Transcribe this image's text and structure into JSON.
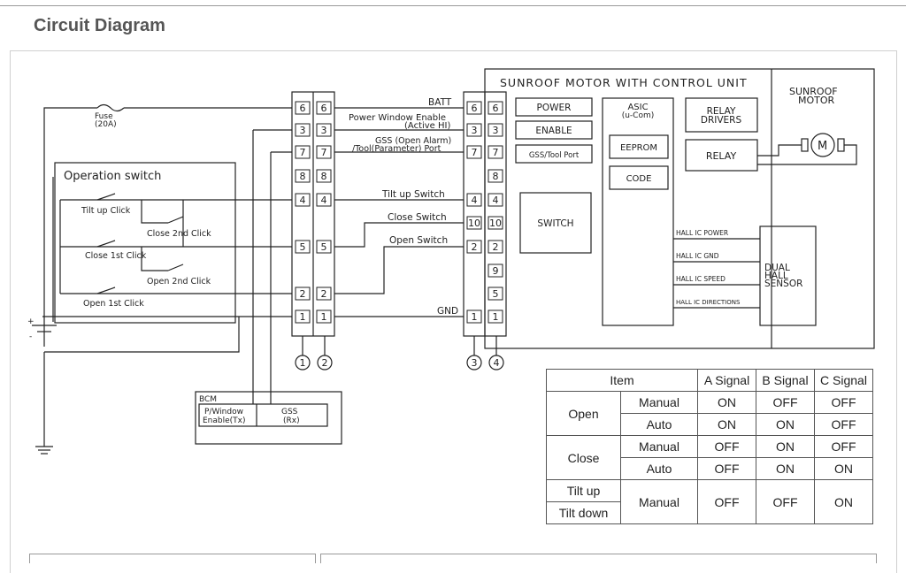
{
  "page": {
    "heading": "Circuit Diagram"
  },
  "diagram": {
    "batt": "BATT",
    "fuse": "Fuse",
    "fuse_rating": "(20A)",
    "power_window_enable": "Power Window Enable",
    "active_hi": "(Active HI)",
    "gss_open_alarm": "GSS (Open Alarm)",
    "tool_parameter_port": "/Tool(Parameter) Port",
    "tilt_up_switch": "Tilt up Switch",
    "close_switch": "Close Switch",
    "open_switch": "Open Switch",
    "gnd": "GND",
    "operation_switch": "Operation switch",
    "tilt_up_click": "Tilt up Click",
    "close_2nd_click": "Close 2nd Click",
    "close_1st_click": "Close 1st Click",
    "open_2nd_click": "Open 2nd Click",
    "open_1st_click": "Open 1st Click",
    "bcm": "BCM",
    "p_window": "P/Window",
    "enable_tx": "Enable(Tx)",
    "gss": "GSS",
    "rx": "(Rx)",
    "unit_title": "SUNROOF MOTOR WITH CONTROL UNIT",
    "sunroof": "SUNROOF",
    "motor": "MOTOR",
    "motor_symbol": "M",
    "power": "POWER",
    "enable": "ENABLE",
    "gss_tool_port": "GSS/Tool Port",
    "switch": "SWITCH",
    "asic": "ASIC",
    "u_com": "(u-Com)",
    "eeprom": "EEPROM",
    "code": "CODE",
    "relay_drivers_1": "RELAY",
    "relay_drivers_2": "DRIVERS",
    "relay": "RELAY",
    "hall_ic_power": "HALL IC POWER",
    "hall_ic_gnd": "HALL IC GND",
    "hall_ic_speed": "HALL IC SPEED",
    "hall_ic_directions": "HALL IC DIRECTIONS",
    "dual": "DUAL",
    "hall": "HALL",
    "sensor": "SENSOR",
    "plus": "+",
    "minus": "-",
    "connector1_pins": [
      "6",
      "3",
      "7",
      "8",
      "4",
      "5",
      "2",
      "1"
    ],
    "connector2_pins": [
      "6",
      "3",
      "7",
      "8",
      "4",
      "5",
      "2",
      "1"
    ],
    "connector3_pins": [
      "6",
      "3",
      "7",
      "",
      "4",
      "10",
      "2",
      "",
      "",
      "1"
    ],
    "connector4_pins": [
      "6",
      "3",
      "7",
      "8",
      "4",
      "10",
      "2",
      "9",
      "5",
      "1"
    ],
    "connector_ids": [
      "1",
      "2",
      "3",
      "4"
    ]
  },
  "signal_table": {
    "header": [
      "Item",
      "A Signal",
      "B Signal",
      "C Signal"
    ],
    "groups": {
      "open": "Open",
      "close": "Close",
      "tilt_up": "Tilt up",
      "tilt_down": "Tilt down"
    },
    "modes": {
      "manual": "Manual",
      "auto": "Auto"
    },
    "rows": {
      "open_manual": [
        "ON",
        "OFF",
        "OFF"
      ],
      "open_auto": [
        "ON",
        "ON",
        "OFF"
      ],
      "close_manual": [
        "OFF",
        "ON",
        "OFF"
      ],
      "close_auto": [
        "OFF",
        "ON",
        "ON"
      ],
      "tilt_manual": [
        "OFF",
        "OFF",
        "ON"
      ]
    }
  }
}
